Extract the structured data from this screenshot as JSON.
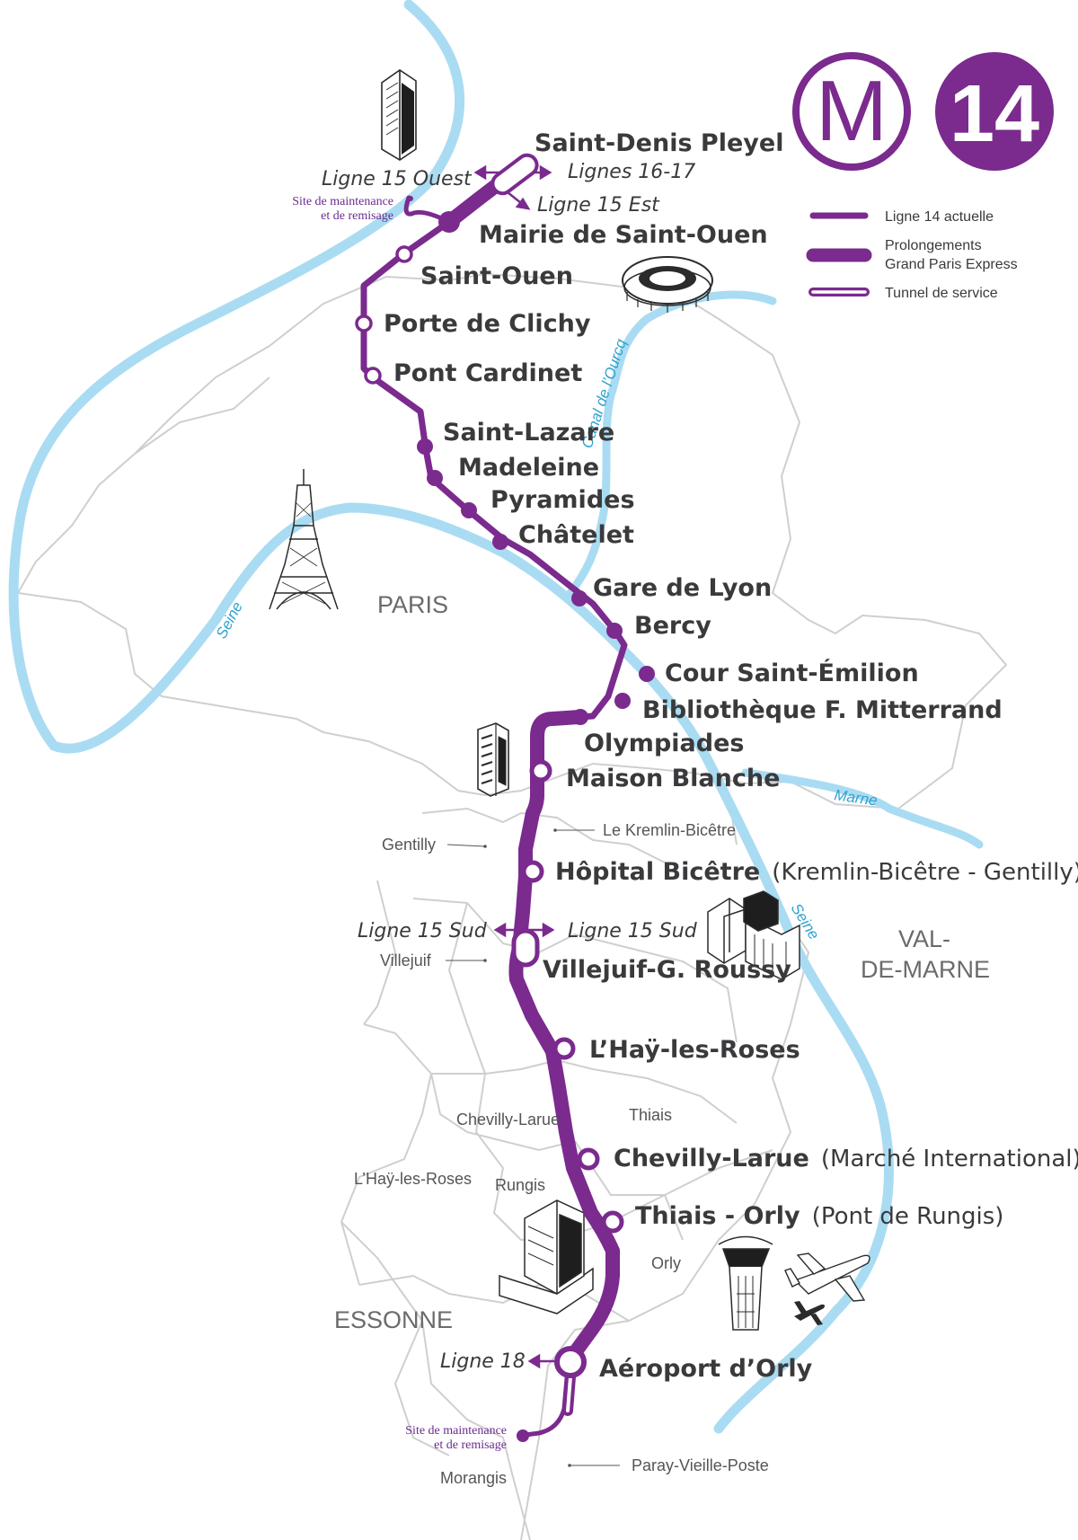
{
  "logo": {
    "metro_letter": "M",
    "line_number": "14",
    "line_color": "#7b2a8e"
  },
  "legend": {
    "current": "Ligne 14 actuelle",
    "extension_line1": "Prolongements",
    "extension_line2": "Grand Paris Express",
    "tunnel": "Tunnel de service"
  },
  "stations": {
    "saint_denis_pleyel": "Saint-Denis Pleyel",
    "mairie_saint_ouen": "Mairie de Saint-Ouen",
    "saint_ouen": "Saint-Ouen",
    "porte_clichy": "Porte de Clichy",
    "pont_cardinet": "Pont Cardinet",
    "saint_lazare": "Saint-Lazare",
    "madeleine": "Madeleine",
    "pyramides": "Pyramides",
    "chatelet": "Châtelet",
    "gare_de_lyon": "Gare de Lyon",
    "bercy": "Bercy",
    "cour_saint_emilion": "Cour Saint-Émilion",
    "bibliotheque": "Bibliothèque F. Mitterrand",
    "olympiades": "Olympiades",
    "maison_blanche": "Maison Blanche",
    "hopital_bicetre": "Hôpital Bicêtre",
    "hopital_bicetre_sub": "(Kremlin-Bicêtre - Gentilly)",
    "villejuif": "Villejuif-G. Roussy",
    "lhay": "L’Haÿ-les-Roses",
    "chevilly": "Chevilly-Larue",
    "chevilly_sub": "(Marché International)",
    "thiais": "Thiais - Orly",
    "thiais_sub": "(Pont de Rungis)",
    "aeroport": "Aéroport d’Orly"
  },
  "connections": {
    "l15_ouest": "Ligne 15 Ouest",
    "l16_17": "Lignes 16-17",
    "l15_est": "Ligne 15 Est",
    "l15_sud_left": "Ligne 15 Sud",
    "l15_sud_right": "Ligne 15 Sud",
    "l18": "Ligne 18"
  },
  "sites": {
    "north_line1": "Site de maintenance",
    "north_line2": "et de remisage",
    "south_line1": "Site de maintenance",
    "south_line2": "et de remisage"
  },
  "communes": {
    "kremlin": "Le Kremlin-Bicêtre",
    "gentilly": "Gentilly",
    "villejuif": "Villejuif",
    "chevilly": "Chevilly-Larue",
    "thiais": "Thiais",
    "lhay": "L’Haÿ-les-Roses",
    "rungis": "Rungis",
    "orly": "Orly",
    "morangis": "Morangis",
    "paray": "Paray-Vieille-Poste"
  },
  "regions": {
    "paris": "PARIS",
    "val_line1": "VAL-",
    "val_line2": "DE-MARNE",
    "essonne": "ESSONNE"
  },
  "rivers": {
    "seine_west": "Seine",
    "seine_east": "Seine",
    "marne": "Marne",
    "ourcq": "Canal de l’Ourcq"
  },
  "colors": {
    "line": "#7b2a8e",
    "river": "#a9dcf2",
    "boundary": "#cfcfcf",
    "text": "#3a3a3c"
  }
}
